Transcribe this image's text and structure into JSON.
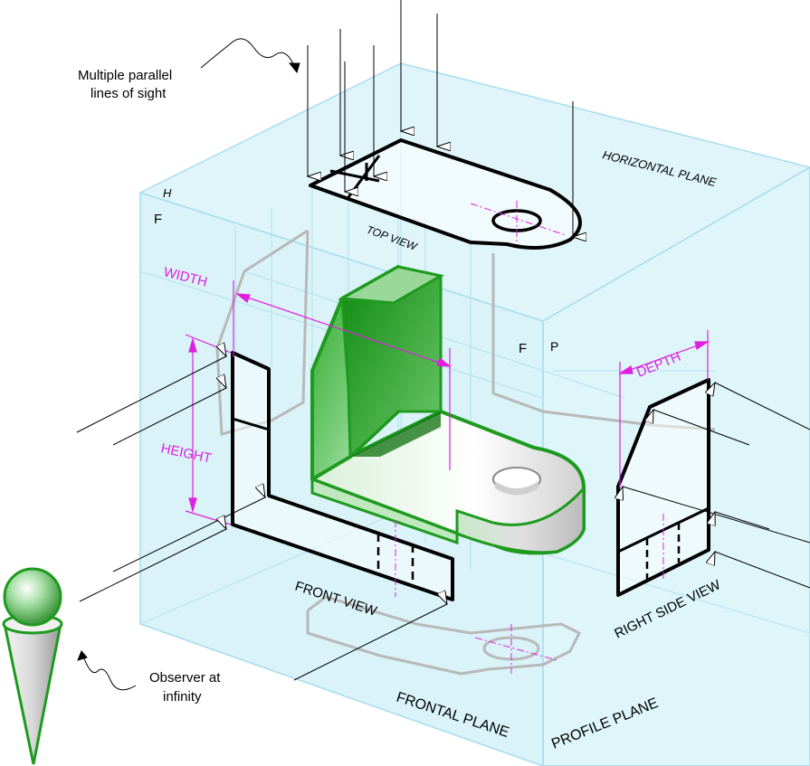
{
  "annotations": {
    "lines_of_sight_line1": "Multiple parallel",
    "lines_of_sight_line2": "lines of sight",
    "observer_line1": "Observer at",
    "observer_line2": "infinity"
  },
  "planes": {
    "horizontal": "HORIZONTAL PLANE",
    "frontal": "FRONTAL PLANE",
    "profile": "PROFILE PLANE",
    "h_marker": "H",
    "f_marker_top": "F",
    "f_marker_mid": "F",
    "p_marker": "P"
  },
  "views": {
    "top": "TOP VIEW",
    "front": "FRONT VIEW",
    "right_side": "RIGHT SIDE VIEW"
  },
  "dimensions": {
    "width": "WIDTH",
    "height": "HEIGHT",
    "depth": "DEPTH"
  },
  "colors": {
    "box_fill": "#d4f2f8",
    "box_edge": "#9fdcec",
    "dimension": "#e020e0",
    "object_green": "#1e9a1e",
    "object_green_light": "#bfe8bf",
    "ghost_gray": "#b8b8b8",
    "ink": "#000000"
  }
}
